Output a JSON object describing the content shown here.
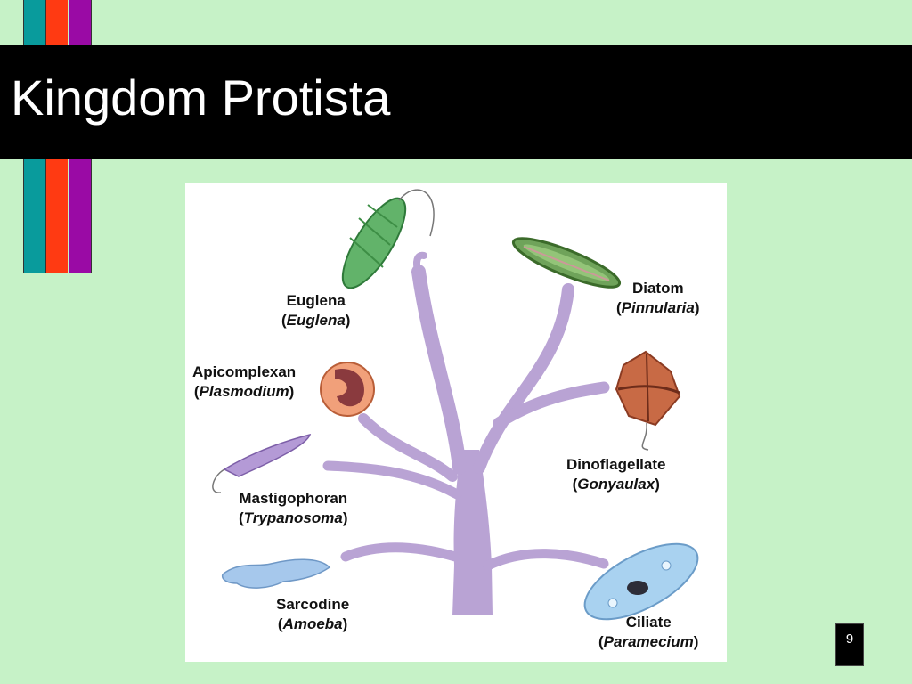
{
  "slide": {
    "title": "Kingdom Protista",
    "page_number": "9",
    "colors": {
      "background": "#c6f2c7",
      "stripe_teal": "#099b9c",
      "stripe_red": "#ff3a12",
      "stripe_purple": "#9a0aa5",
      "tree": "#b9a3d4"
    }
  },
  "diagram": {
    "organisms": [
      {
        "common": "Euglena",
        "scientific": "Euglena"
      },
      {
        "common": "Diatom",
        "scientific": "Pinnularia"
      },
      {
        "common": "Apicomplexan",
        "scientific": "Plasmodium"
      },
      {
        "common": "Dinoflagellate",
        "scientific": "Gonyaulax"
      },
      {
        "common": "Mastigophoran",
        "scientific": "Trypanosoma"
      },
      {
        "common": "Sarcodine",
        "scientific": "Amoeba"
      },
      {
        "common": "Ciliate",
        "scientific": "Paramecium"
      }
    ]
  }
}
